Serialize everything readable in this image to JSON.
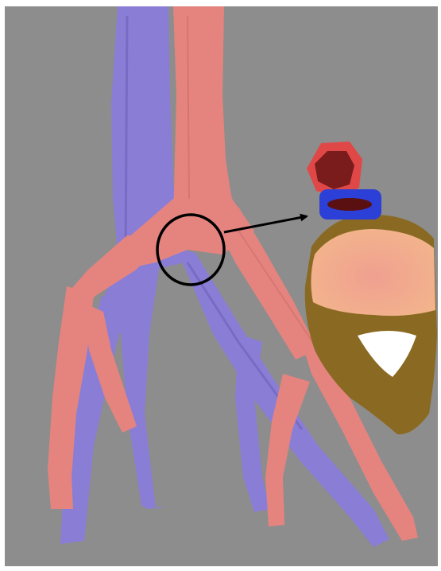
{
  "illustration": {
    "colors": {
      "background": "#8d8d8d",
      "frame": "#ffffff",
      "artery": "#e5847f",
      "artery_shadow": "#c96a66",
      "vein": "#8a7dd6",
      "vein_shadow": "#6b5fb8",
      "vertebral_body": "#f2b48c",
      "vertebral_body_center": "#f0a090",
      "vertebra_ring": "#8a6a22",
      "spinal_canal": "#ffffff",
      "cross_section_artery_outer": "#e04848",
      "cross_section_artery_inner": "#7a1c1c",
      "cross_section_vein_outer": "#2c3fd6",
      "cross_section_vein_inner": "#5a1010",
      "annotation": "#000000"
    },
    "parts": [
      "aorta",
      "inferior-vena-cava",
      "common-iliac-arteries",
      "common-iliac-veins",
      "vertebra-cross-section",
      "aorta-cross-section",
      "vena-cava-cross-section",
      "callout-circle",
      "callout-arrow"
    ]
  }
}
